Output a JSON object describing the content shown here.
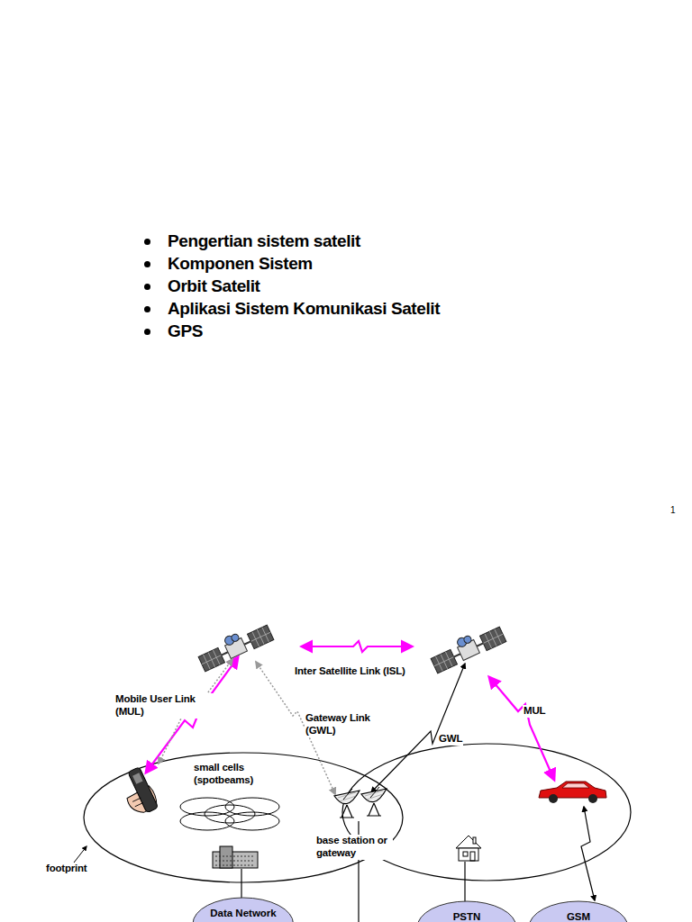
{
  "diagram": {
    "nodes": [
      {
        "text": [
          "Data Network"
        ]
      },
      {
        "text": [
          "PSTN"
        ]
      },
      {
        "text": [
          "GSM"
        ]
      }
    ],
    "labels": [
      "Pengertian sistem satelit",
      "Komponen Sistem",
      "Orbit Satelit",
      "Aplikasi Sistem Komunikasi Satelit",
      "GPS",
      "1",
      "Inter Satellite Link  (ISL)",
      "Mobile User Link (MUL)",
      "Gateway Link (GWL)",
      "MUL",
      "GWL",
      "small cells (spotbeams)",
      "footprint",
      "base station or gateway"
    ]
  }
}
